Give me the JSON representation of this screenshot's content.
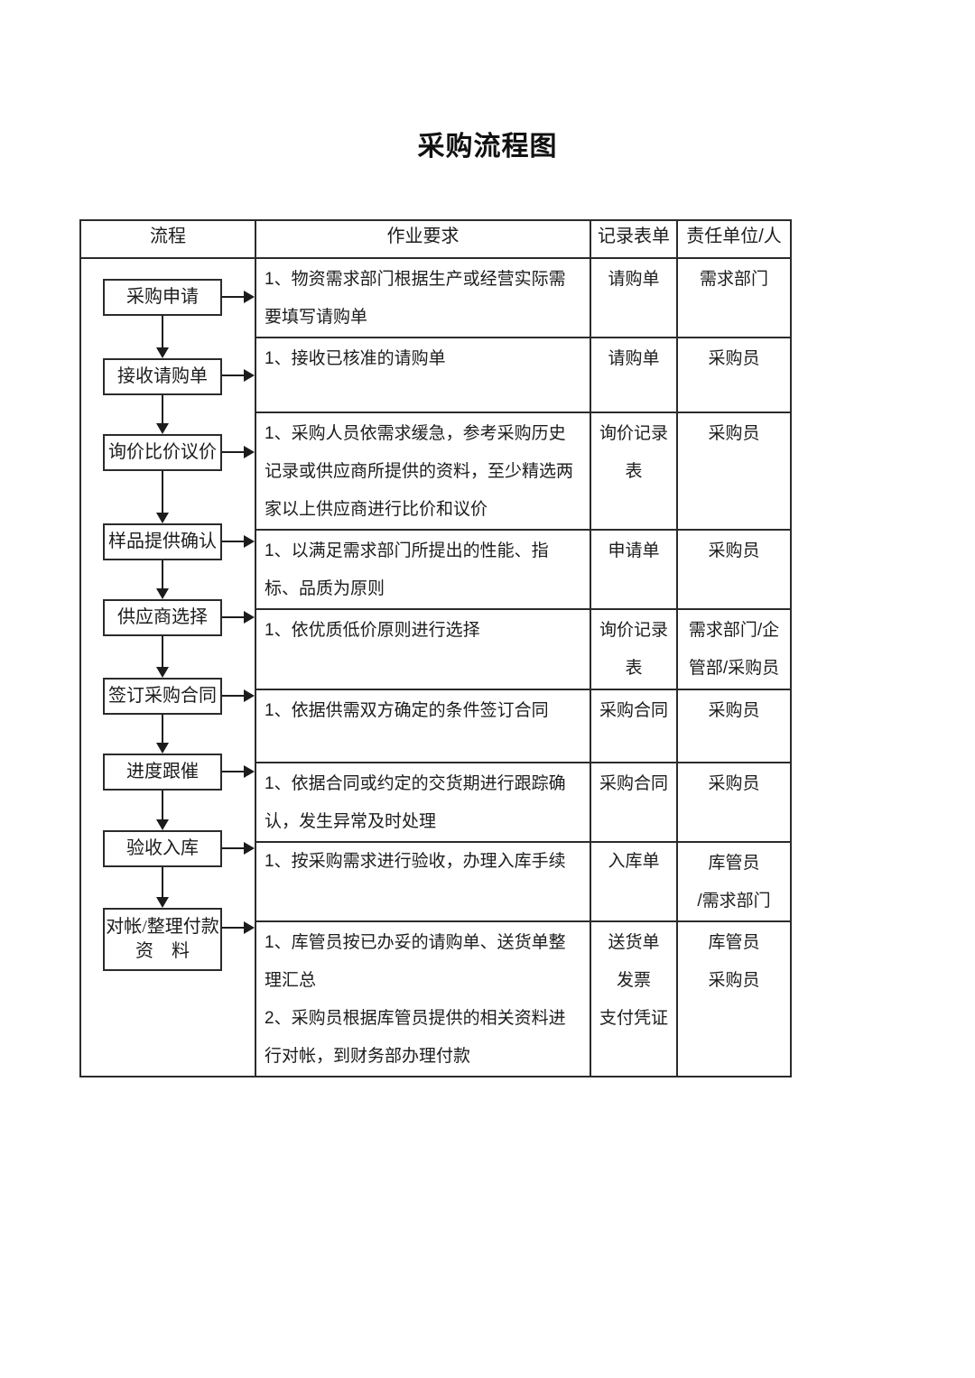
{
  "page": {
    "title": "采购流程图"
  },
  "table": {
    "headers": {
      "process": "流程",
      "requirement": "作业要求",
      "record": "记录表单",
      "responsible": "责任单位/人"
    },
    "rows": [
      {
        "step": "采购申请",
        "requirement": "1、物资需求部门根据生产或经营实际需要填写请购单",
        "record": "请购单",
        "responsible": "需求部门"
      },
      {
        "step": "接收请购单",
        "requirement": "1、接收已核准的请购单",
        "record": "请购单",
        "responsible": "采购员"
      },
      {
        "step": "询价比价议价",
        "requirement": "1、采购人员依需求缓急，参考采购历史记录或供应商所提供的资料，至少精选两家以上供应商进行比价和议价",
        "record": "询价记录表",
        "responsible": "采购员"
      },
      {
        "step": "样品提供确认",
        "requirement": "1、以满足需求部门所提出的性能、指标、品质为原则",
        "record": "申请单",
        "responsible": "采购员"
      },
      {
        "step": "供应商选择",
        "requirement": "1、依优质低价原则进行选择",
        "record": "询价记录表",
        "responsible": "需求部门/企管部/采购员"
      },
      {
        "step": "签订采购合同",
        "requirement": "1、依据供需双方确定的条件签订合同",
        "record": "采购合同",
        "responsible": "采购员"
      },
      {
        "step": "进度跟催",
        "requirement": "1、依据合同或约定的交货期进行跟踪确认，发生异常及时处理",
        "record": "采购合同",
        "responsible": "采购员"
      },
      {
        "step": "验收入库",
        "requirement": "1、按采购需求进行验收，办理入库手续",
        "record": "入库单",
        "responsible": "库管员\n/需求部门"
      },
      {
        "step": "对帐/整理付款\n资　料",
        "requirement": "1、库管员按已办妥的请购单、送货单整理汇总\n2、采购员根据库管员提供的相关资料进行对帐，到财务部办理付款",
        "record": "送货单\n发票\n支付凭证",
        "responsible": "库管员\n采购员"
      }
    ]
  }
}
